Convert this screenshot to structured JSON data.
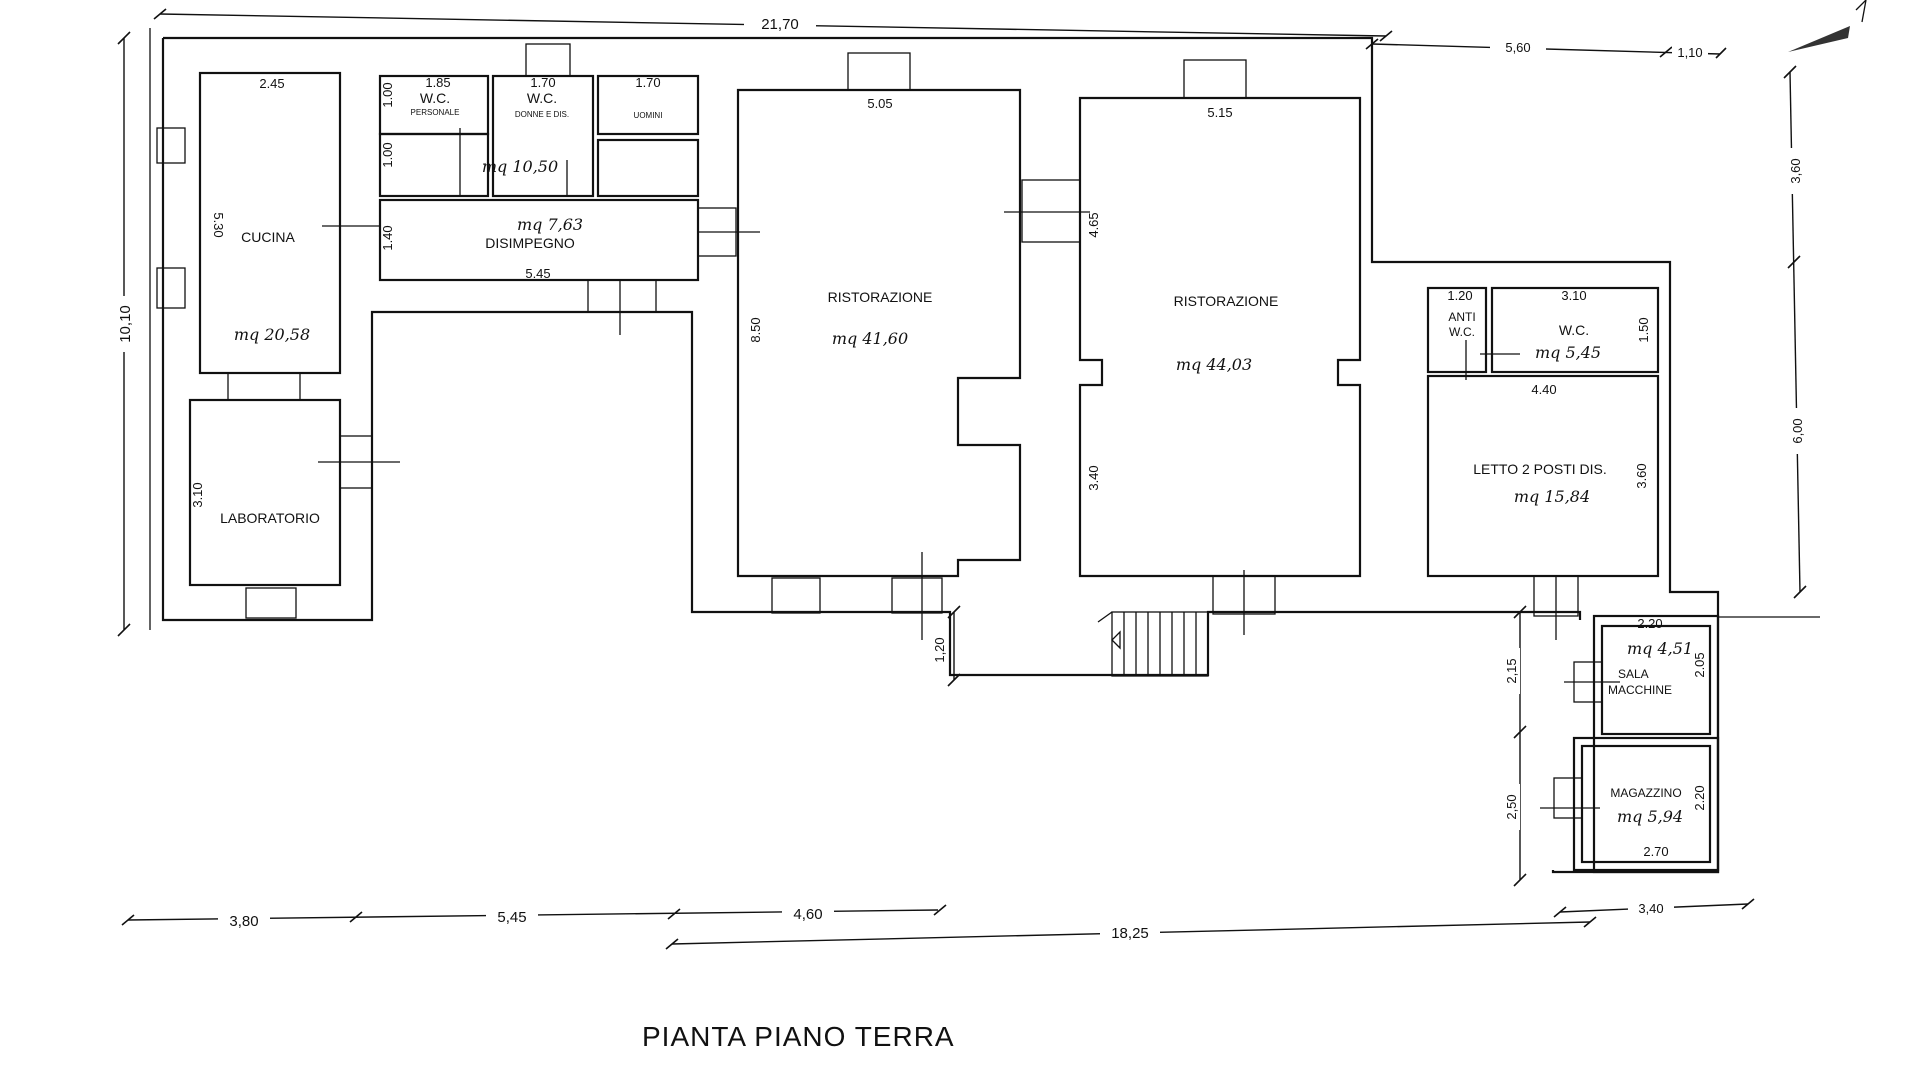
{
  "title": "PIANTA PIANO TERRA",
  "rooms": {
    "cucina": {
      "name": "CUCINA",
      "area": "mq 20,58",
      "dim_w": "2.45",
      "dim_h": "5.30"
    },
    "laboratorio": {
      "name": "LABORATORIO",
      "dim_h": "3.10"
    },
    "wc_personale": {
      "name": "W.C.",
      "sub": "PERSONALE",
      "dim_w": "1.85",
      "dim_h": "1.00"
    },
    "wc_donne": {
      "name": "W.C.",
      "sub": "DONNE E DIS.",
      "dim_w": "1.70"
    },
    "wc_uomini": {
      "name": "",
      "sub": "UOMINI",
      "dim_w": "1.70"
    },
    "antibagno": {
      "dim_h": "1.00",
      "area": "mq 10,50"
    },
    "disimpegno": {
      "name": "DISIMPEGNO",
      "area": "mq 7,63",
      "dim_w": "5.45",
      "dim_h": "1.40"
    },
    "ristorazione_1": {
      "name": "RISTORAZIONE",
      "area": "mq 41,60",
      "dim_w": "5.05",
      "dim_h": "8.50"
    },
    "ristorazione_2": {
      "name": "RISTORAZIONE",
      "area": "mq 44,03",
      "dim_w": "5.15",
      "dim_h1": "4.65",
      "dim_h2": "3.40"
    },
    "anti_wc": {
      "name1": "ANTI",
      "name2": "W.C.",
      "dim_w": "1.20"
    },
    "wc": {
      "name": "W.C.",
      "area": "mq 5,45",
      "dim_w": "3.10",
      "dim_h": "1.50"
    },
    "letto": {
      "name": "LETTO 2 POSTI DIS.",
      "area": "mq 15,84",
      "dim_w": "4.40",
      "dim_h": "3.60"
    },
    "sala_macchine": {
      "name1": "SALA",
      "name2": "MACCHINE",
      "area": "mq 4,51",
      "dim_w": "2.20",
      "dim_h": "2.05"
    },
    "magazzino": {
      "name": "MAGAZZINO",
      "area": "mq 5,94",
      "dim_w": "2.70",
      "dim_h": "2.20"
    }
  },
  "dimensions": {
    "top_total": "21,70",
    "top_right": "5,60",
    "top_right_small": "1,10",
    "left_total": "10,10",
    "right_upper": "3,60",
    "right_lower": "6,00",
    "bottom_1": "3,80",
    "bottom_2": "5,45",
    "bottom_3": "4,60",
    "bottom_total": "18,25",
    "bottom_right": "3,40",
    "step_offset": "1,20",
    "annex_1": "2,15",
    "annex_2": "2,50"
  }
}
